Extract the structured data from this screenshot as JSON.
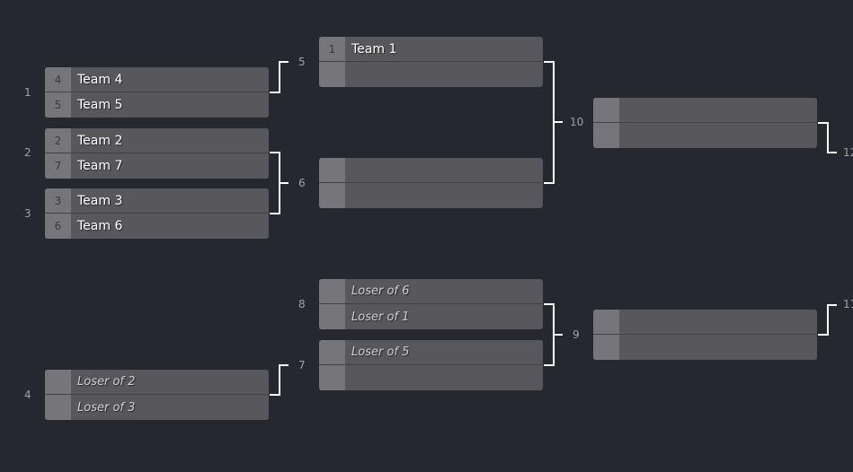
{
  "colors": {
    "background": "#262830",
    "slot": "#58585c",
    "seed": "#76767a",
    "connector": "#ffffff"
  },
  "matches": [
    {
      "id": "1",
      "label": "1",
      "top": {
        "seed": "4",
        "name": "Team 4"
      },
      "bottom": {
        "seed": "5",
        "name": "Team 5"
      }
    },
    {
      "id": "2",
      "label": "2",
      "top": {
        "seed": "2",
        "name": "Team 2"
      },
      "bottom": {
        "seed": "7",
        "name": "Team 7"
      }
    },
    {
      "id": "3",
      "label": "3",
      "top": {
        "seed": "3",
        "name": "Team 3"
      },
      "bottom": {
        "seed": "6",
        "name": "Team 6"
      }
    },
    {
      "id": "4",
      "label": "4",
      "top": {
        "seed": "",
        "name": "Loser of 2",
        "placeholder": true
      },
      "bottom": {
        "seed": "",
        "name": "Loser of 3",
        "placeholder": true
      }
    },
    {
      "id": "5",
      "label": "5",
      "top": {
        "seed": "1",
        "name": "Team 1"
      },
      "bottom": {
        "seed": "",
        "name": ""
      }
    },
    {
      "id": "6",
      "label": "6",
      "top": {
        "seed": "",
        "name": ""
      },
      "bottom": {
        "seed": "",
        "name": ""
      }
    },
    {
      "id": "8",
      "label": "8",
      "top": {
        "seed": "",
        "name": "Loser of 6",
        "placeholder": true
      },
      "bottom": {
        "seed": "",
        "name": "Loser of 1",
        "placeholder": true
      }
    },
    {
      "id": "7",
      "label": "7",
      "top": {
        "seed": "",
        "name": "Loser of 5",
        "placeholder": true
      },
      "bottom": {
        "seed": "",
        "name": ""
      }
    },
    {
      "id": "10",
      "label": "10",
      "top": {
        "seed": "",
        "name": ""
      },
      "bottom": {
        "seed": "",
        "name": ""
      }
    },
    {
      "id": "9",
      "label": "9",
      "top": {
        "seed": "",
        "name": ""
      },
      "bottom": {
        "seed": "",
        "name": ""
      }
    }
  ],
  "next_labels": [
    {
      "id": "12",
      "label": "12"
    },
    {
      "id": "11",
      "label": "11"
    }
  ]
}
